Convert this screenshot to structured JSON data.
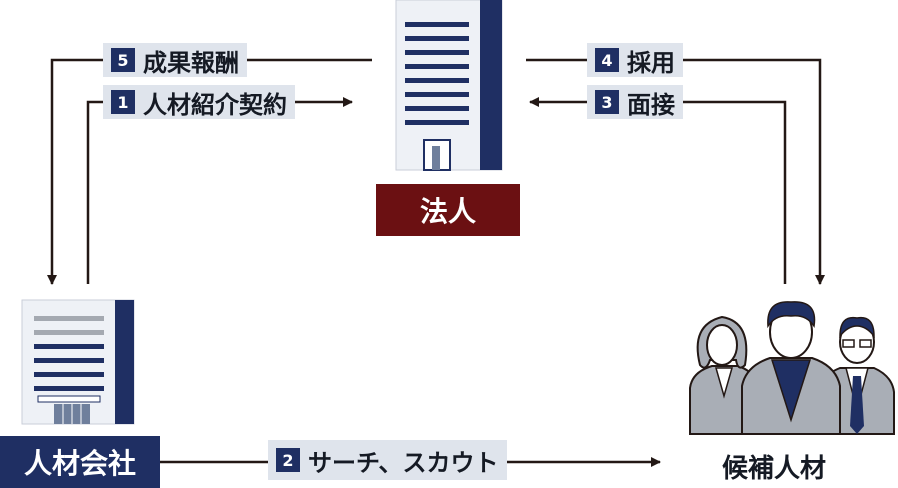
{
  "nodes": {
    "corporation": "法人",
    "agency": "人材会社",
    "candidates": "候補人材"
  },
  "steps": [
    {
      "num": "1",
      "text": "人材紹介契約"
    },
    {
      "num": "2",
      "text": "サーチ、スカウト"
    },
    {
      "num": "3",
      "text": "面接"
    },
    {
      "num": "4",
      "text": "採用"
    },
    {
      "num": "5",
      "text": "成果報酬"
    }
  ],
  "colors": {
    "navy": "#1f2f63",
    "maroon": "#6b1012",
    "label_bg": "#dfe4ec",
    "line": "#231815",
    "person_gray": "#a9aeb6"
  },
  "icons": [
    "building-icon",
    "office-building-icon",
    "people-icon",
    "arrow-icon"
  ]
}
